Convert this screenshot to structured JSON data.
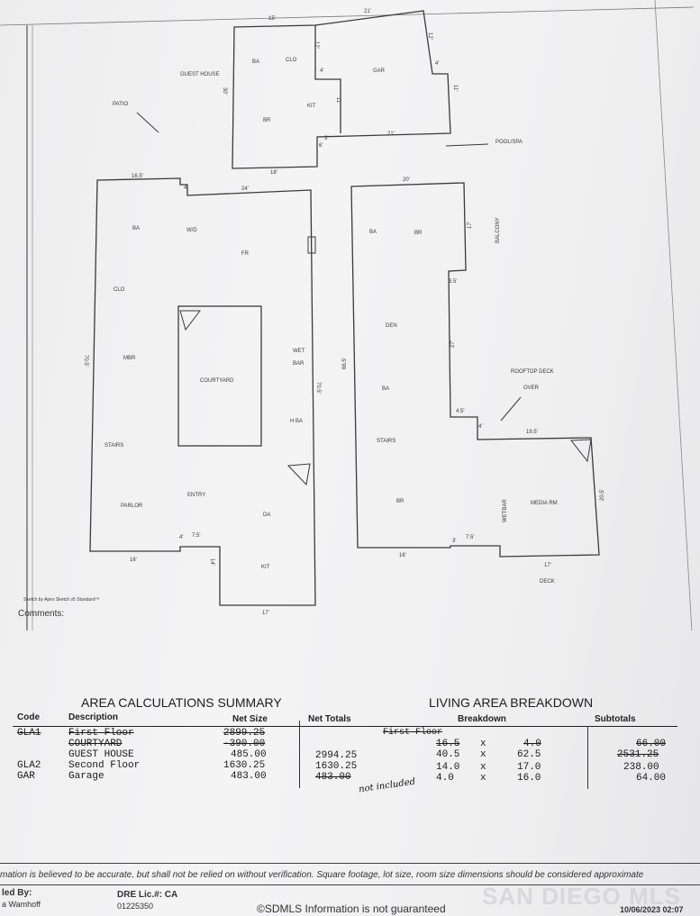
{
  "floorplan": {
    "guest_house": {
      "rooms": [
        "GUEST HOUSE",
        "BA",
        "CLO",
        "BR",
        "KIT",
        "GAR"
      ],
      "dims": [
        "15'",
        "21'",
        "12'",
        "4'",
        "4'",
        "11'",
        "12'",
        "11'",
        "3'",
        "6'",
        "18'",
        "21'",
        "30'"
      ]
    },
    "patio": "PATIO",
    "pool": "POOL/SPA",
    "first_floor": {
      "rooms": [
        "BA",
        "W/D",
        "FR",
        "CLO",
        "MBR",
        "COURTYARD",
        "WET",
        "BAR",
        "H BA",
        "STAIRS",
        "ENTRY",
        "PARLOR",
        "DA",
        "KIT"
      ],
      "dims": [
        "16.5'",
        "4'",
        "24'",
        "70.5'",
        "70.5'",
        "4'",
        "7.5'",
        "16'",
        "14'",
        "17'"
      ]
    },
    "second_floor": {
      "rooms": [
        "BA",
        "BR",
        "BALCONY",
        "DEN",
        "BA",
        "STAIRS",
        "BR",
        "WETBAR",
        "MEDIA RM",
        "ROOFTOP DECK",
        "OVER",
        "DECK"
      ],
      "dims": [
        "20'",
        "17'",
        "3.5'",
        "27'",
        "66.5'",
        "4.5'",
        "4'",
        "19.5'",
        "20.5'",
        "16'",
        "3'",
        "7.5'",
        "17'"
      ]
    },
    "sketch_note": "Sketch by Apex Sketch v5 Standard™",
    "comments": "Comments:"
  },
  "area_summary": {
    "title": "AREA CALCULATIONS SUMMARY",
    "headers": {
      "code": "Code",
      "description": "Description",
      "net_size": "Net Size",
      "net_totals": "Net Totals"
    },
    "rows": [
      {
        "code": "GLA1",
        "description": "First Floor",
        "net_size": "2899.25",
        "net_total": "",
        "struck": true
      },
      {
        "code": "",
        "description": "COURTYARD",
        "net_size": "-390.00",
        "net_total": "",
        "struck": true
      },
      {
        "code": "",
        "description": "GUEST HOUSE",
        "net_size": "485.00",
        "net_total": "2994.25",
        "struck": false
      },
      {
        "code": "GLA2",
        "description": "Second Floor",
        "net_size": "1630.25",
        "net_total": "1630.25",
        "struck": false
      },
      {
        "code": "GAR",
        "description": "Garage",
        "net_size": "483.00",
        "net_total": "483.00",
        "struck": true
      }
    ],
    "handwritten_note": "not included"
  },
  "living_area": {
    "title": "LIVING AREA BREAKDOWN",
    "headers": {
      "breakdown": "Breakdown",
      "subtotals": "Subtotals"
    },
    "section": "First Floor",
    "rows": [
      {
        "a": "16.5",
        "x": "x",
        "b": "4.0",
        "subtotal": "66.00",
        "struck": true
      },
      {
        "a": "40.5",
        "x": "x",
        "b": "62.5",
        "subtotal": "2531.25",
        "struck": false
      },
      {
        "a": "14.0",
        "x": "x",
        "b": "17.0",
        "subtotal": "238.00",
        "struck": false
      },
      {
        "a": "4.0",
        "x": "x",
        "b": "16.0",
        "subtotal": "64.00",
        "struck": false
      }
    ]
  },
  "footer": {
    "disclaimer": "mation is believed to be accurate, but shall not be relied on without verification.  Square footage, lot size, room size dimensions should be considered approximate",
    "prepared_by_label": "led By:",
    "prepared_by_name": "a Wamhoff",
    "dre_label": "DRE Lic.#: CA",
    "dre_number": "01225350",
    "copyright": "©SDMLS Information is not guaranteed",
    "date": "10/06/2023 02:07",
    "watermark": "SAN DIEGO MLS"
  }
}
